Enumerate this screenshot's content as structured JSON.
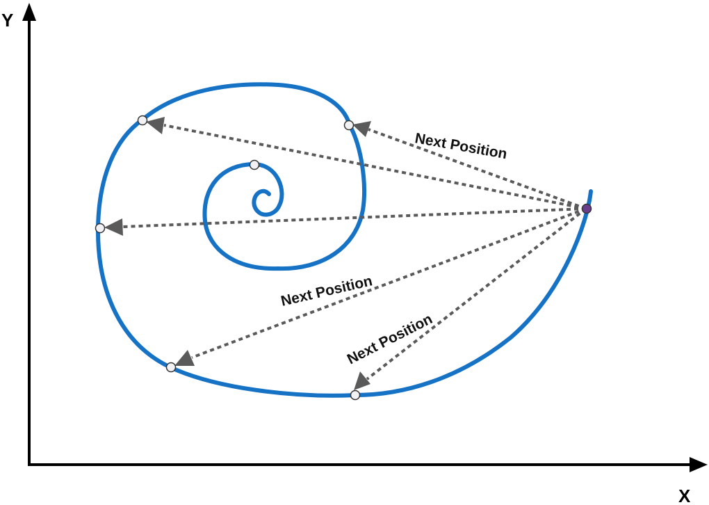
{
  "axes": {
    "x_label": "X",
    "y_label": "Y"
  },
  "labels": {
    "next_position_top": "Next Position",
    "next_position_middle": "Next Position",
    "next_position_bottom": "Next Position"
  },
  "colors": {
    "spiral": "#1572c5",
    "arrows": "#5a5a5a",
    "current_position": "#6a3d8a",
    "candidate_position": "#f2f2f4"
  }
}
